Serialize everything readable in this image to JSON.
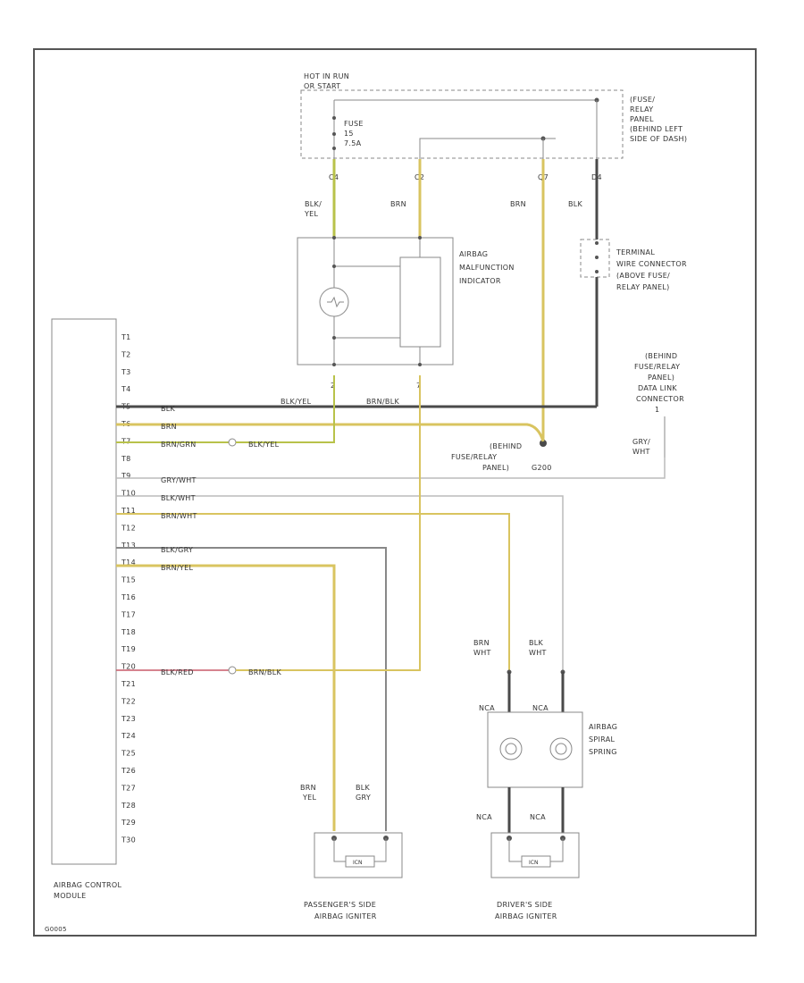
{
  "colors": {
    "blk": "#4a4a4a",
    "brn": "#d9c460",
    "yel_tracer": "#b8c24a",
    "gry": "#bbbbbb",
    "red": "#c85a6a",
    "outline": "#888888",
    "dot": "#555555"
  },
  "hot": {
    "line1": "HOT IN RUN",
    "line2": "OR START"
  },
  "fuse_panel": {
    "lines": [
      "(FUSE/",
      "RELAY",
      "PANEL",
      "(BEHIND LEFT",
      "SIDE OF DASH)"
    ]
  },
  "fuse": {
    "lines": [
      "FUSE",
      "15",
      "7.5A"
    ]
  },
  "pins": [
    "C4",
    "C2",
    "Q7",
    "D4"
  ],
  "top_wires": [
    {
      "line1": "BLK/",
      "line2": "YEL"
    },
    {
      "line1": "BRN",
      "line2": ""
    },
    {
      "line1": "BRN",
      "line2": ""
    },
    {
      "line1": "BLK",
      "line2": ""
    }
  ],
  "indicator": {
    "lines": [
      "AIRBAG",
      "MALFUNCTION",
      "INDICATOR"
    ],
    "pin_left": "2",
    "pin_right": "7"
  },
  "terminal": {
    "lines": [
      "TERMINAL",
      "WIRE CONNECTOR",
      "(ABOVE FUSE/",
      "RELAY PANEL)"
    ]
  },
  "datalink": {
    "lines": [
      "(BEHIND",
      "FUSE/RELAY",
      "PANEL)",
      "DATA LINK",
      "CONNECTOR"
    ],
    "pin": "1"
  },
  "ground": {
    "lines": [
      "(BEHIND",
      "FUSE/RELAY",
      "PANEL)"
    ],
    "id": "G200"
  },
  "wire_labels": {
    "blk_yel": "BLK/YEL",
    "brn_blk": "BRN/BLK",
    "gry_wht": "GRY/",
    "gry_wht2": "WHT"
  },
  "module": {
    "pins": [
      "T1",
      "T2",
      "T3",
      "T4",
      "T5",
      "T6",
      "T7",
      "T8",
      "T9",
      "T10",
      "T11",
      "T12",
      "T13",
      "T14",
      "T15",
      "T16",
      "T17",
      "T18",
      "T19",
      "T20",
      "T21",
      "T22",
      "T23",
      "T24",
      "T25",
      "T26",
      "T27",
      "T28",
      "T29",
      "T30"
    ],
    "label_line1": "AIRBAG CONTROL",
    "label_line2": "MODULE"
  },
  "module_wires": {
    "t5": "BLK",
    "t6": "BRN",
    "t7": "BRN/GRN",
    "t7b": "BLK/YEL",
    "t9": "GRY/WHT",
    "t10": "BLK/WHT",
    "t11": "BRN/WHT",
    "t13": "BLK/GRY",
    "t14": "BRN/YEL",
    "t20": "BLK/RED",
    "t20b": "BRN/BLK"
  },
  "driver_wires": [
    {
      "line1": "BRN",
      "line2": "WHT"
    },
    {
      "line1": "BLK",
      "line2": "WHT"
    }
  ],
  "clockspring": {
    "lines": [
      "AIRBAG",
      "SPIRAL",
      "SPRING"
    ],
    "nca_top_left": "NCA",
    "nca_top_right": "NCA",
    "nca_bot_left": "NCA",
    "nca_bot_right": "NCA"
  },
  "pass_wires": [
    {
      "line1": "BRN",
      "line2": "YEL"
    },
    {
      "line1": "BLK",
      "line2": "GRY"
    }
  ],
  "igniter_inner": "ICN",
  "pass_label": {
    "line1": "PASSENGER'S SIDE",
    "line2": "AIRBAG IGNITER"
  },
  "drv_label": {
    "line1": "DRIVER'S SIDE",
    "line2": "AIRBAG IGNITER"
  },
  "corner": "G0005"
}
